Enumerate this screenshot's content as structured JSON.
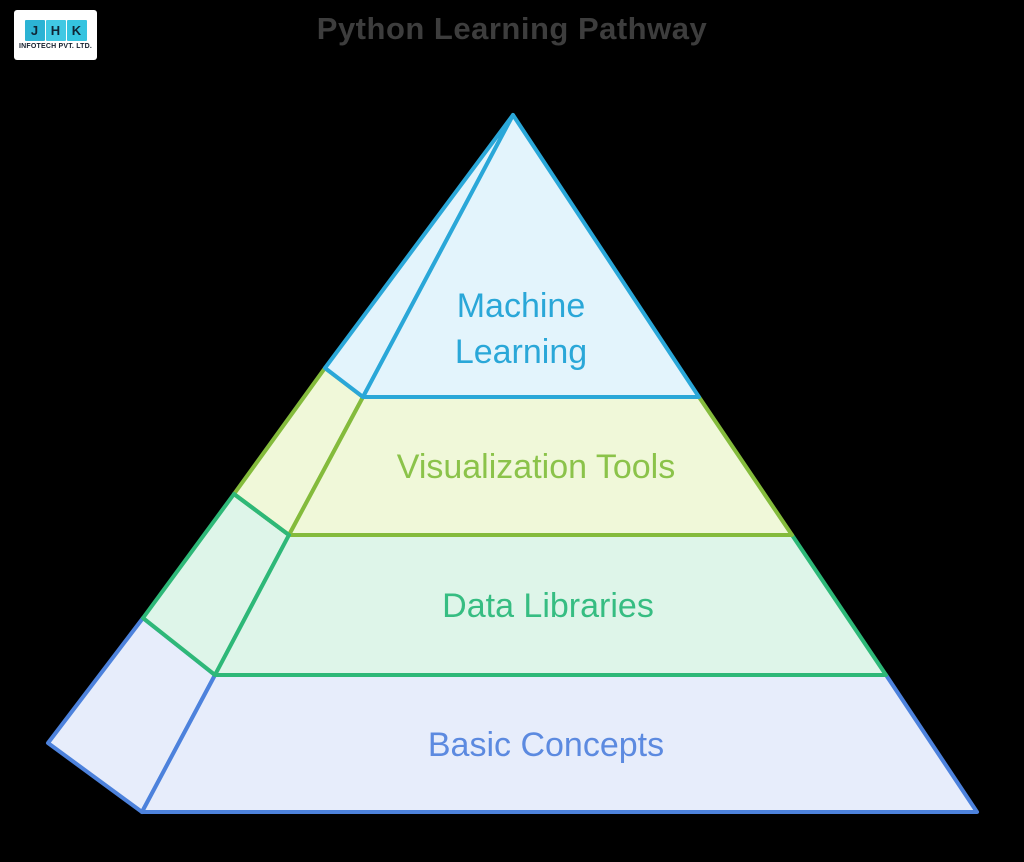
{
  "header": {
    "title": "Python Learning Pathway",
    "title_color": "#3d3d3d"
  },
  "logo": {
    "letters": [
      "J",
      "H",
      "K"
    ],
    "caption": "INFOTECH PVT. LTD.",
    "tile_colors": [
      "#2cb3d4",
      "#41c8e3",
      "#35c4e0"
    ],
    "letter_color": "#102636",
    "caption_color": "#15202e",
    "background": "#ffffff"
  },
  "pyramid": {
    "levels": [
      {
        "label": "Machine Learning",
        "label_lines": [
          "Machine",
          "Learning"
        ],
        "fill": "#e3f4fc",
        "stroke": "#2aa7d8",
        "text_color": "#2aa7d8"
      },
      {
        "label": "Visualization Tools",
        "fill": "#f0f8d9",
        "stroke": "#84bb3c",
        "text_color": "#8bc34a"
      },
      {
        "label": "Data Libraries",
        "fill": "#def5e9",
        "stroke": "#2eb878",
        "text_color": "#36bd82"
      },
      {
        "label": "Basic Concepts",
        "fill": "#e7edfb",
        "stroke": "#4d82dc",
        "text_color": "#5c8ae0"
      }
    ]
  },
  "canvas": {
    "background": "#000000"
  }
}
